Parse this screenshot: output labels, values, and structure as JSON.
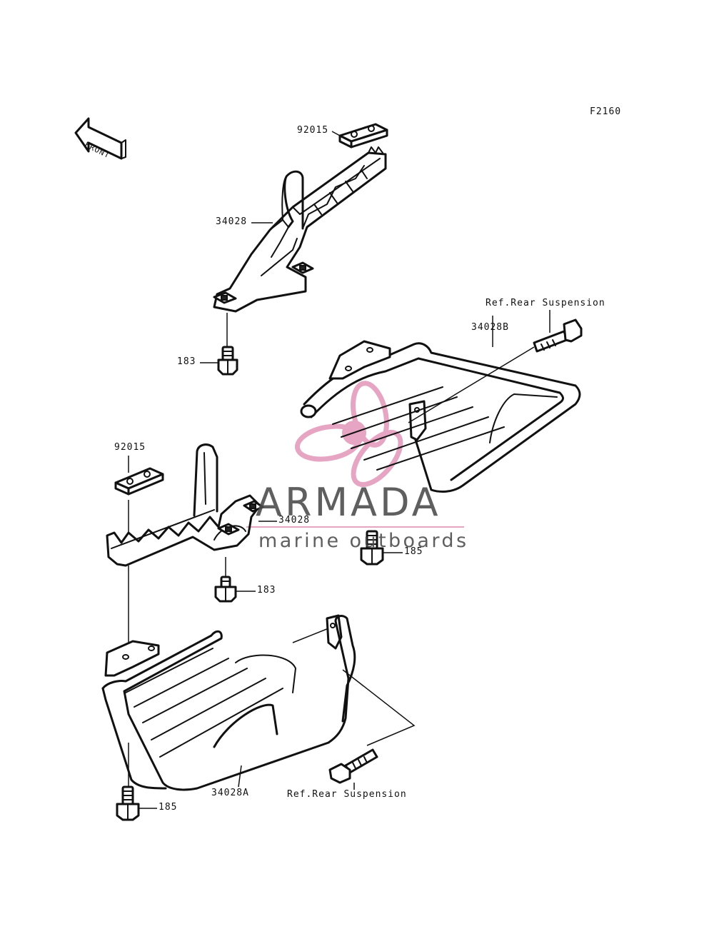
{
  "figure": {
    "code": "F2160"
  },
  "direction_arrow": {
    "text": "FRONT"
  },
  "watermark": {
    "brand": "ARMADA",
    "tagline": "marine outboards",
    "brand_color": "#e6a5c2"
  },
  "parts": {
    "footrest_right": "34028",
    "footrest_left": "34028",
    "guard_right": "34028B",
    "guard_left": "34028A",
    "pad_right": "92015",
    "pad_left": "92015",
    "bolt_right_upper": "183",
    "bolt_left_upper": "183",
    "bolt_right_lower": "185",
    "bolt_left_lower": "185"
  },
  "references": {
    "rear_suspension_right": "Ref.Rear Suspension",
    "rear_suspension_left": "Ref.Rear Suspension"
  }
}
